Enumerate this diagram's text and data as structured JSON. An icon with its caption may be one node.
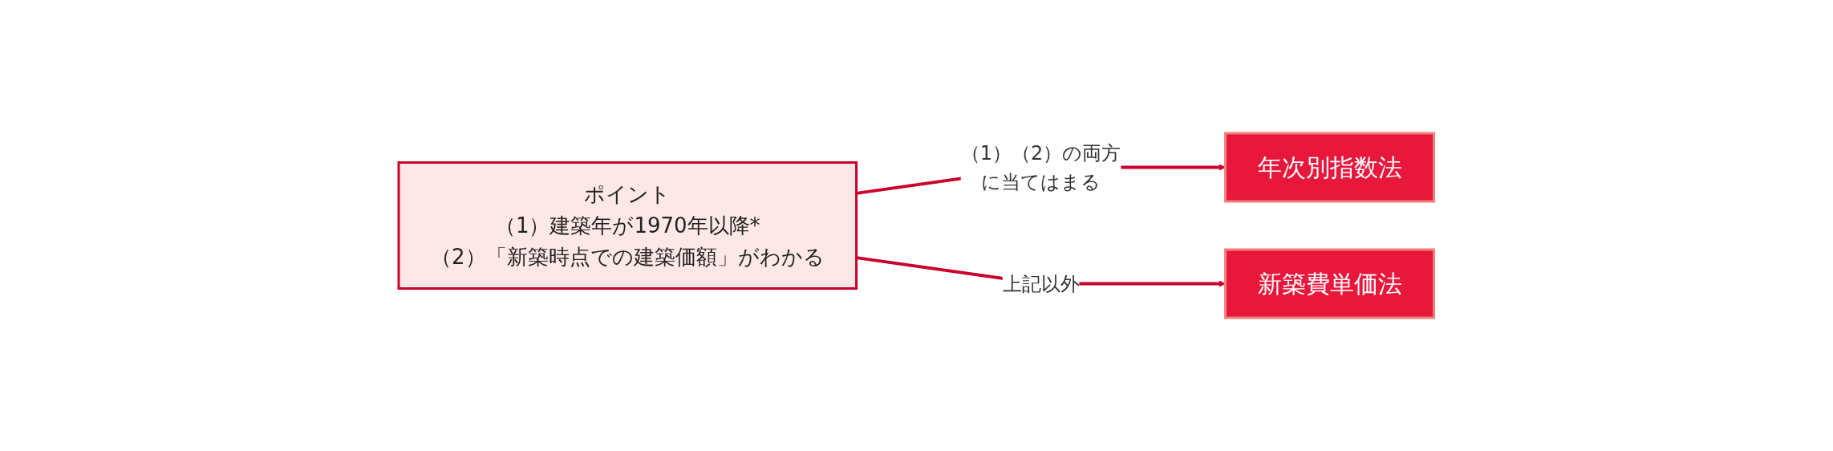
{
  "diagram": {
    "nodes": [
      {
        "text": [
          "ポイント",
          "（1）建築年が1970年以降*",
          "（2）「新築時点での建築価額」がわかる"
        ]
      },
      {
        "text": [
          "年次別指数法"
        ]
      },
      {
        "text": [
          "新築費単価法"
        ]
      }
    ],
    "edges": [
      {
        "from": 0,
        "to": 1,
        "arrow": "to",
        "label": "（1）（2）の両方に当てはまる"
      },
      {
        "from": 0,
        "to": 2,
        "arrow": "to",
        "label": "上記以外"
      }
    ]
  }
}
